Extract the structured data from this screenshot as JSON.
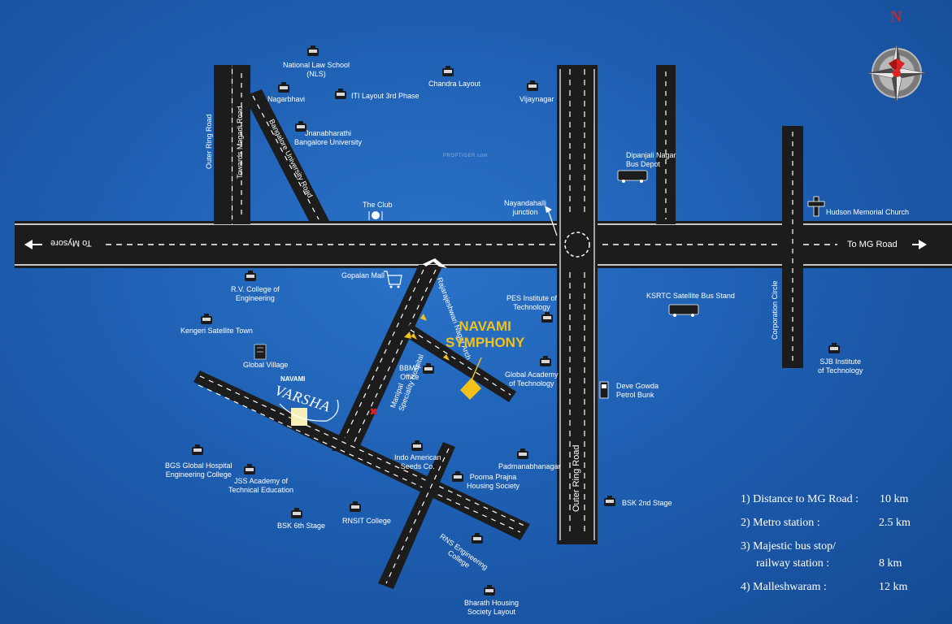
{
  "compass": {
    "north_label": "N"
  },
  "watermark": "PROPTIGER.com",
  "directions": {
    "west": "To Mysore",
    "east": "To MG Road"
  },
  "road_labels": {
    "outer_ring_road_left": "Outer Ring Road",
    "towards_magadi_road": "Towards Magadi Road",
    "bangalore_university_road": "Bangalore University Road",
    "raja_rajeshwari_nagar_arch": "Rajarajeshwari Nagar Arch",
    "outer_ring_road_right": "Outer Ring Road",
    "corporation_circle": "Corporation Circle"
  },
  "project": {
    "name_line1": "NAVAMI",
    "name_line2": "SYMPHONY"
  },
  "sister_project": {
    "brand": "NAVAMI",
    "name": "VARSHA"
  },
  "places": {
    "nls": "National Law School\n(NLS)",
    "nagarbhavi": "Nagarbhavi",
    "iti_layout": "ITI Layout 3rd Phase",
    "chandra_layout": "Chandra Layout",
    "vijaynagar": "Vijaynagar",
    "jnanabharathi": "Jnanabharathi\nBangalore University",
    "dipanjali": "Dipanjali Nagar\nBus Depot",
    "the_club": "The Club",
    "nayandahalli": "Nayandahalli\njunction",
    "hudson": "Hudson Memorial Church",
    "gopalan_mall": "Gopalan Mall",
    "rvce": "R.V. College of\nEngineering",
    "pes": "PES Institute of\nTechnology",
    "ksrtc": "KSRTC Satellite Bus Stand",
    "kengeri": "Kengeri Satellite Town",
    "global_village": "Global Village",
    "sjb": "SJB Institute\nof Technology",
    "bbmp": "BBMP\nOffice",
    "global_academy": "Global Academy\nof Technology",
    "deve_gowda": "Deve Gowda\nPetrol Bunk",
    "manipal": "Manipal\nSpeciality Hospital",
    "indo_american": "Indo American\nSeeds Co.",
    "padmanabhanagar": "Padmanabhanagar",
    "bgs": "BGS Global Hospital\nEngineering College",
    "jss": "JSS Academy of\nTechnical Education",
    "poorna_prajna": "Poorna Prajna\nHousing Society",
    "bsk_2nd": "BSK 2nd Stage",
    "bsk_6th": "BSK 6th Stage",
    "rnsit": "RNSIT College",
    "rns_engg": "RNS Engineering\nCollege",
    "bharath_housing": "Bharath Housing\nSociety Layout"
  },
  "distances": [
    {
      "label": "1) Distance to MG Road :",
      "value": "10 km"
    },
    {
      "label": "2) Metro station :",
      "value": "2.5 km"
    },
    {
      "label": "3) Majestic bus stop/",
      "value": ""
    },
    {
      "label": "railway station :",
      "value": "8 km"
    },
    {
      "label": "4) Malleshwaram :",
      "value": "12 km"
    }
  ],
  "colors": {
    "background": "#1e5fb2",
    "road": "#1c1c1c",
    "road_marking": "#ffffff",
    "project_accent": "#f2c21a",
    "text": "#ffffff"
  }
}
